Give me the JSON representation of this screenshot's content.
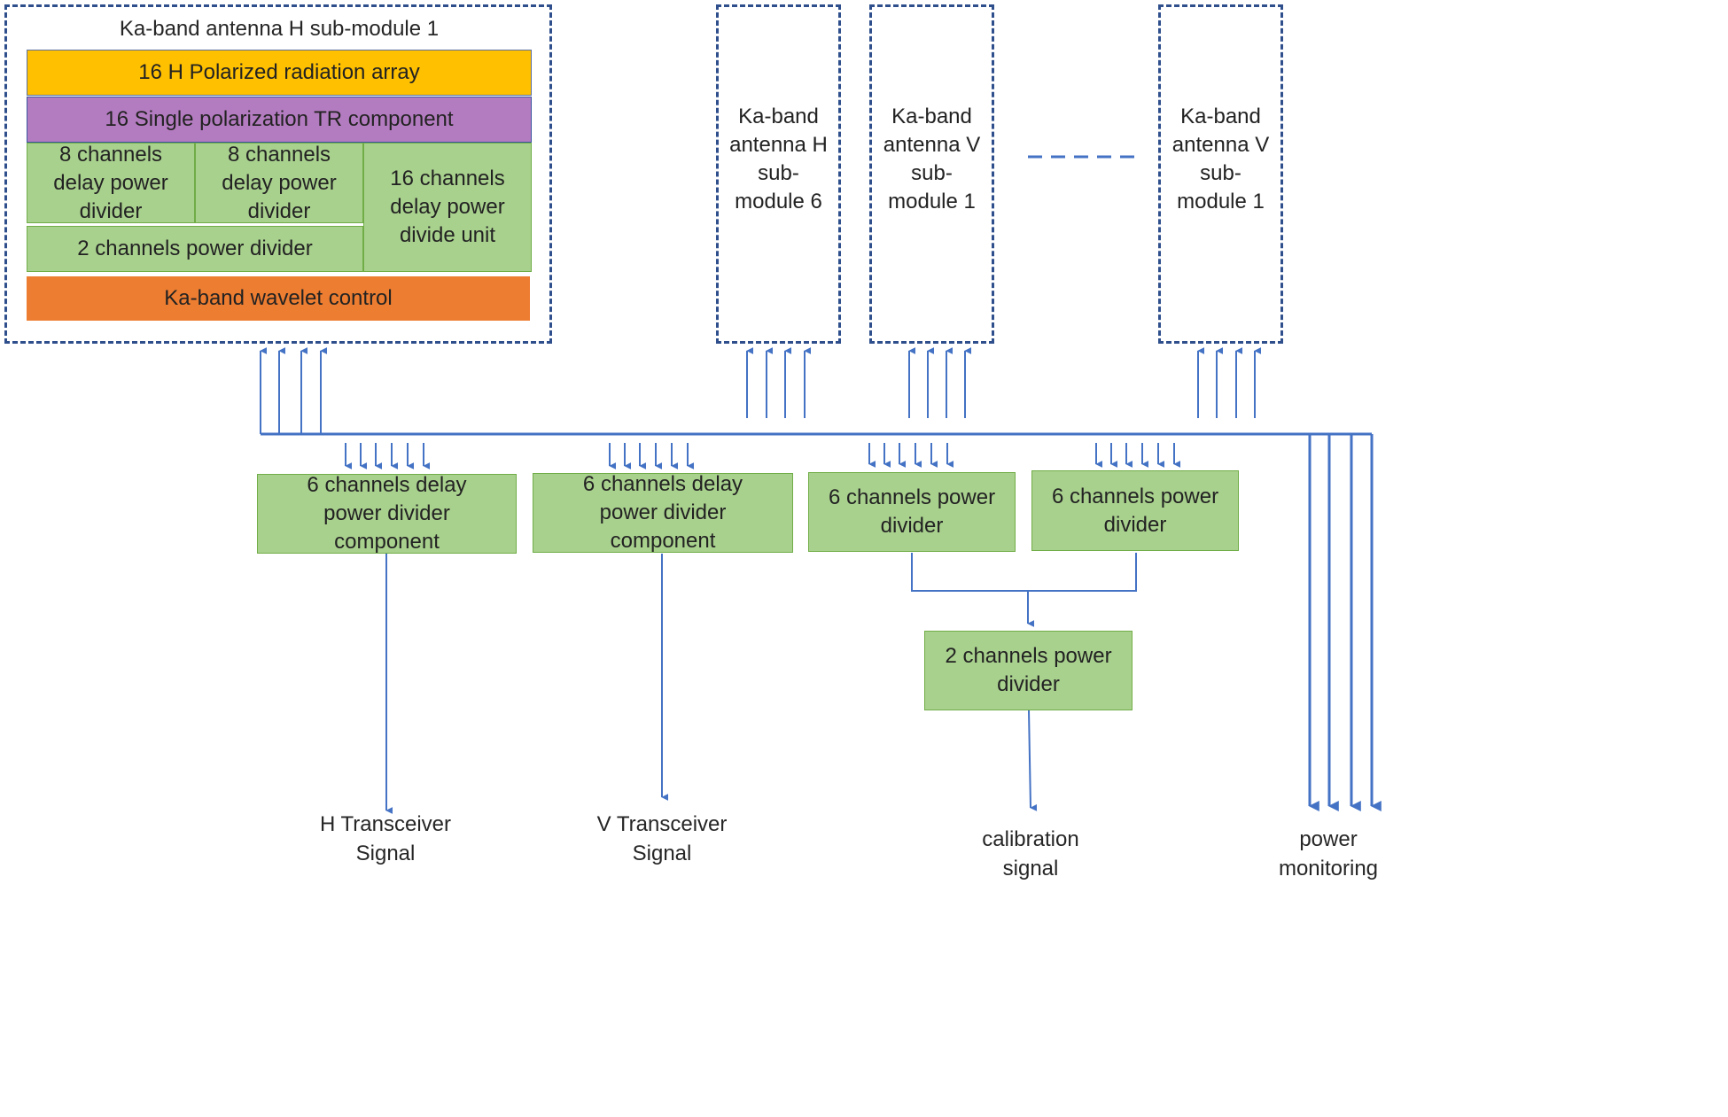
{
  "module_h1": {
    "title": "Ka-band antenna H sub-module 1",
    "radiation_array": "16 H Polarized radiation array",
    "tr_component": "16 Single polarization TR component",
    "delay_divider_a": "8 channels delay power divider",
    "delay_divider_b": "8 channels delay power divider",
    "two_ch_divider": "2 channels power divider",
    "sixteen_ch_unit": "16 channels delay power divide unit",
    "wavelet_control": "Ka-band wavelet control"
  },
  "submodules": {
    "h6": "Ka-band antenna H sub-module 6",
    "v1": "Ka-band antenna V sub-module 1",
    "vn": "Ka-band antenna V sub-module 1",
    "ellipsis": "- - - - -"
  },
  "dividers": {
    "h_delay": "6 channels delay power divider component",
    "v_delay": "6 channels delay power divider component",
    "cal_a": "6 channels power divider",
    "cal_b": "6 channels power divider",
    "cal_merge": "2 channels power divider"
  },
  "outputs": {
    "h_signal": "H Transceiver Signal",
    "v_signal": "V Transceiver Signal",
    "calibration": "calibration signal",
    "power": "power monitoring"
  },
  "colors": {
    "line": "#4472c4",
    "dashed_border": "#2f4f8c",
    "radiation_array": "#ffc000",
    "tr_component": "#b47cc0",
    "green_fill": "#a9d18e",
    "green_border": "#70ad47",
    "wavelet_control": "#ed7d31"
  }
}
